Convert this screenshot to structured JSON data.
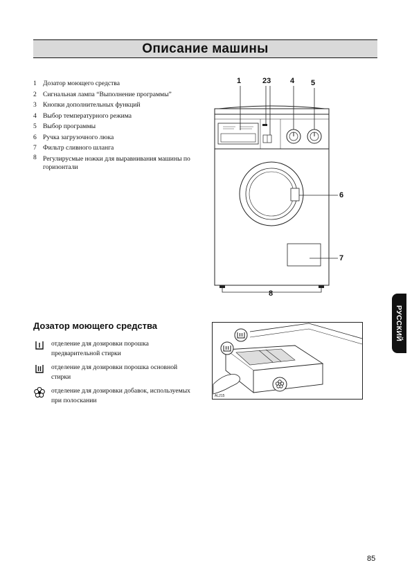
{
  "page_title": "Описание машины",
  "parts": [
    {
      "num": "1",
      "text": "Дозатор моющего средства"
    },
    {
      "num": "2",
      "text": "Сигнальная лампа “Выполнение программы”"
    },
    {
      "num": "3",
      "text": "Кнопки дополнительных функций"
    },
    {
      "num": "4",
      "text": "Выбор температурного режима"
    },
    {
      "num": "5",
      "text": "Выбор программы"
    },
    {
      "num": "6",
      "text": "Ручка загрузочного люка"
    },
    {
      "num": "7",
      "text": "Фильтр сливного шланга"
    },
    {
      "num": "8",
      "text": "Регулирусмые ножки для выравнивания машины по горизонтали"
    }
  ],
  "figure_callouts": {
    "c1": "1",
    "c23": "23",
    "c4": "4",
    "c5": "5",
    "c6": "6",
    "c7": "7",
    "c8": "8"
  },
  "dispenser": {
    "heading": "Дозатор моющего средства",
    "items": [
      {
        "icon": "prewash-compartment-icon",
        "text": "отделение для дозировки порошка предварительной стирки"
      },
      {
        "icon": "mainwash-compartment-icon",
        "text": "отделение для дозировки порошка основной стирки"
      },
      {
        "icon": "softener-flower-icon",
        "text": "отделение для дозировки добавок, используемых при полоскании"
      }
    ],
    "figure_code": "AL215"
  },
  "language_tab": "РУССКИЙ",
  "page_number": "85"
}
